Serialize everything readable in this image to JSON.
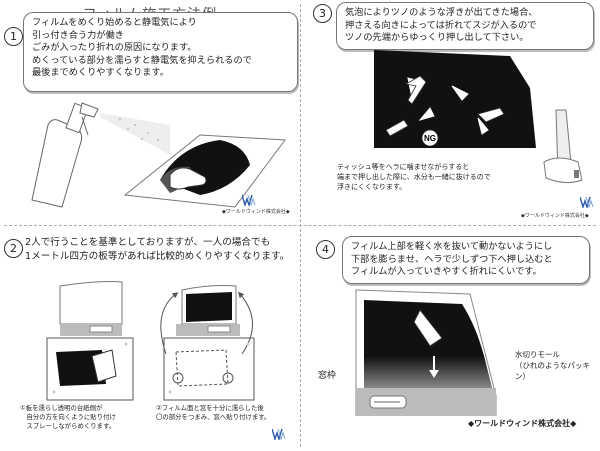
{
  "title": "フィルム施工方法例",
  "steps": [
    {
      "number": "1",
      "text": "フィルムをめくり始めると静電気により\n引っ付き合う力が働き\nごみが入ったり折れの原因になります。\nめくっている部分を濡らすと静電気を抑えられるので\n最後までめくりやすくなります。"
    },
    {
      "number": "2",
      "text": "2人で行うことを基準としておりますが、一人の場合でも\n1メートル四方の板等があれば比較的めくりやすくなります。",
      "caption_left": "①板を濡らし透明の台紙側が\n　自分の方を向くように貼り付け\n　スプレーしながらめくります。",
      "caption_right": "②フィルム面と窓を十分に濡らした後\n〇の部分をつまみ、窓へ貼り付けます。"
    },
    {
      "number": "3",
      "text": "気泡によりツノのような浮きが出てきた場合、\n押さえる向きによっては折れてスジが入るので\nツノの先端からゆっくり押し出して下さい。",
      "ng_label": "NG",
      "note": "ティッシュ等をヘラに噛ませながらすると\n端まで押し出した際に、水分も一緒に抜けるので\n浮きにくくなります。"
    },
    {
      "number": "4",
      "text": "フィルム上部を軽く水を抜いて動かないようにし\n下部を膨らませ、ヘラで少しずつ下へ押し込むと\nフィルムが入っていきやすく折れにくいです。",
      "label_frame": "窓枠",
      "label_molding": "水切りモール\n（ひれのようなパッキン）"
    }
  ],
  "company_small": "◆ワールドウィンド株式会社◆",
  "company_big": "◆ワールドウィンド株式会社◆",
  "colors": {
    "film": "#111111",
    "logo_blue": "#2a5aa8",
    "gray": "#bbbbbb"
  }
}
